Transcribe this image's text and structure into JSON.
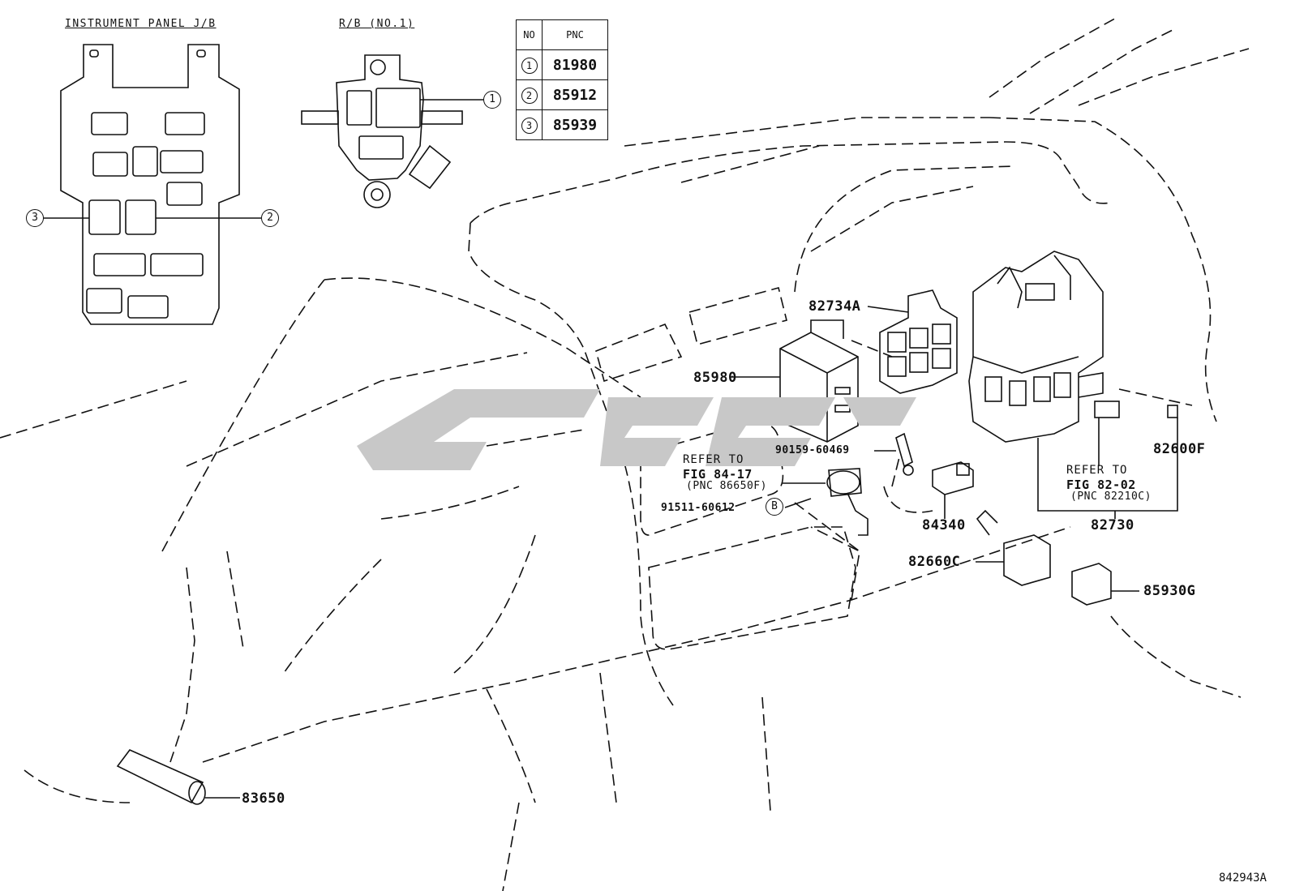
{
  "captions": {
    "instrument_panel": "INSTRUMENT PANEL J/B",
    "rb": "R/B (NO.1)"
  },
  "pnc_table": {
    "headers": [
      "NO",
      "PNC"
    ],
    "rows": [
      {
        "no": "1",
        "pnc": "81980"
      },
      {
        "no": "2",
        "pnc": "85912"
      },
      {
        "no": "3",
        "pnc": "85939"
      }
    ]
  },
  "callouts": {
    "c1": "1",
    "c2": "2",
    "c3": "3",
    "b": "B"
  },
  "parts": {
    "p82734a": "82734A",
    "p85980": "85980",
    "p90159": "90159-60469",
    "refer1_l1": "REFER TO",
    "refer1_l2": "FIG 84-17",
    "refer1_l3": "(PNC 86650F)",
    "p91511": "91511-60612",
    "p84340": "84340",
    "p82660c": "82660C",
    "p85930g": "85930G",
    "refer2_l1": "REFER TO",
    "refer2_l2": "FIG 82-02",
    "refer2_l3": "(PNC 82210C)",
    "p82600f": "82600F",
    "p82730": "82730",
    "p83650": "83650"
  },
  "figure_number": "842943A",
  "colors": {
    "line": "#111111",
    "watermark": "#c8c8c8"
  }
}
